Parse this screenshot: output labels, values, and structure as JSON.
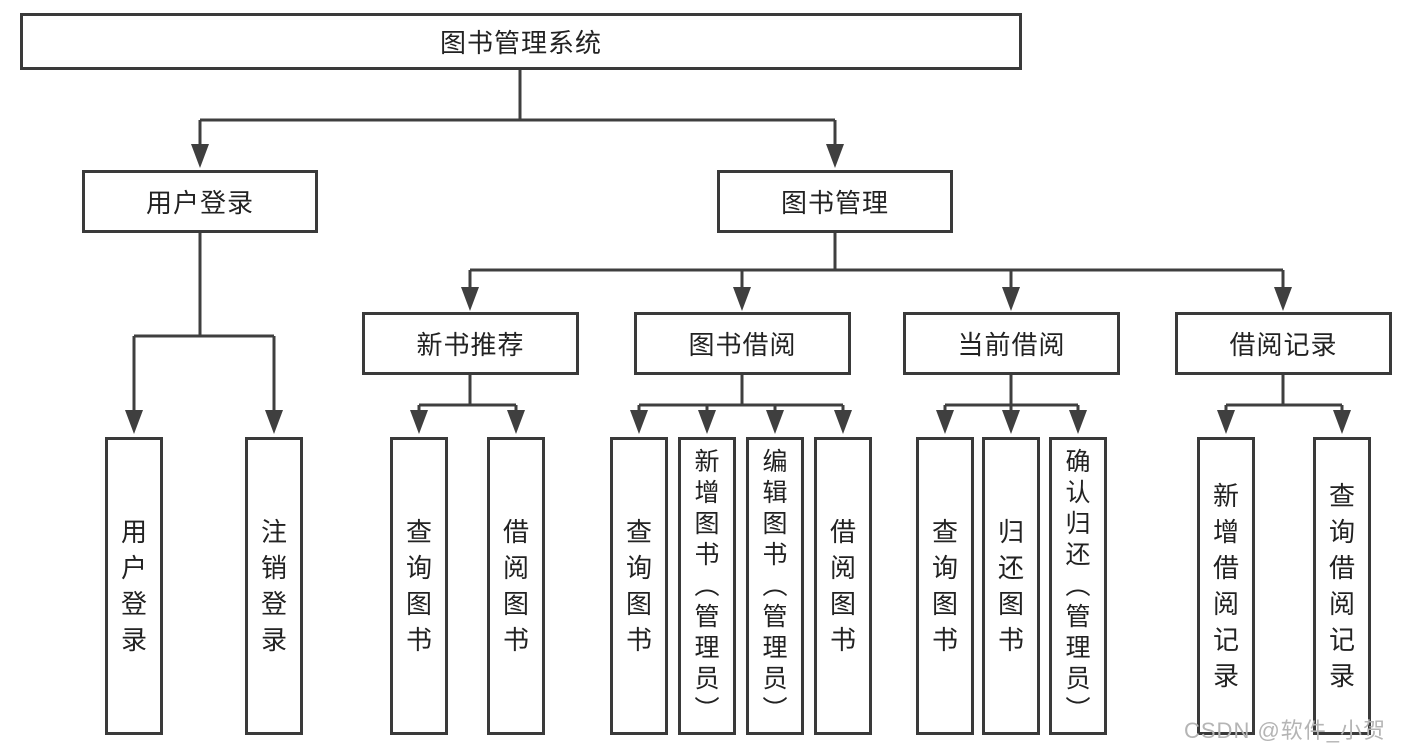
{
  "diagram": {
    "title": "图书管理系统",
    "branches": {
      "user": {
        "label": "用户登录",
        "children": [
          "用户登录",
          "注销登录"
        ]
      },
      "books": {
        "label": "图书管理",
        "sections": {
          "recommend": {
            "label": "新书推荐",
            "children": [
              "查询图书",
              "借阅图书"
            ]
          },
          "borrow": {
            "label": "图书借阅",
            "children": [
              "查询图书",
              "新增图书（管理员）",
              "编辑图书（管理员）",
              "借阅图书"
            ]
          },
          "current": {
            "label": "当前借阅",
            "children": [
              "查询图书",
              "归还图书",
              "确认归还（管理员）"
            ]
          },
          "records": {
            "label": "借阅记录",
            "children": [
              "新增借阅记录",
              "查询借阅记录"
            ]
          }
        }
      }
    }
  },
  "watermark": {
    "text": "CSDN @软件_小贺同学"
  },
  "colors": {
    "line": "#3f3f3f",
    "border": "#3a3a3a",
    "text": "#222222",
    "background": "#ffffff",
    "watermark": "#b5b5b5"
  }
}
